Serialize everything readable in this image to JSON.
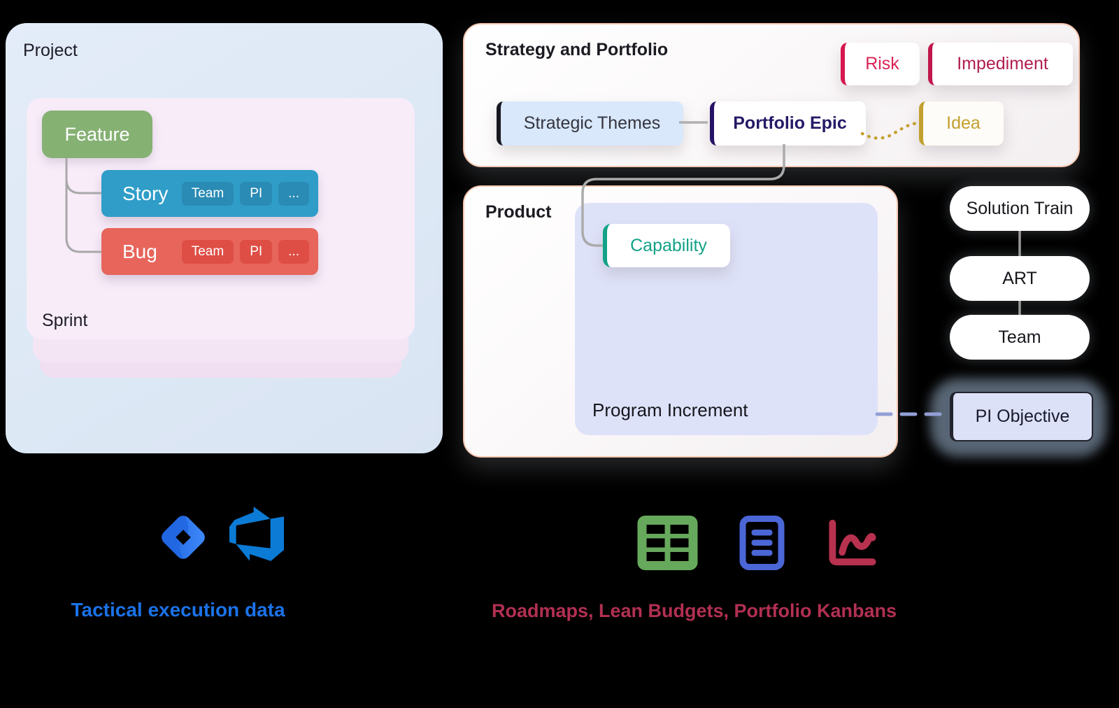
{
  "project_group": {
    "title": "Project",
    "sprint_label": "Sprint",
    "feature_label": "Feature",
    "story": {
      "label": "Story",
      "chips": [
        "Team",
        "PI",
        "..."
      ]
    },
    "bug": {
      "label": "Bug",
      "chips": [
        "Team",
        "PI",
        "..."
      ]
    }
  },
  "strategy_panel": {
    "title": "Strategy and Portfolio",
    "risk_label": "Risk",
    "impediment_label": "Impediment",
    "strategic_themes_label": "Strategic Themes",
    "portfolio_epic_label": "Portfolio Epic",
    "idea_label": "Idea"
  },
  "product_panel": {
    "title": "Product",
    "capability_label": "Capability",
    "program_increment_label": "Program Increment"
  },
  "hierarchy": {
    "solution_train_label": "Solution Train",
    "art_label": "ART",
    "team_label": "Team",
    "pi_objective_label": "PI Objective"
  },
  "footer": {
    "left_caption": "Tactical execution data",
    "right_caption": "Roadmaps, Lean Budgets, Portfolio Kanbans"
  },
  "icons": {
    "jira": "jira-icon",
    "azure_devops": "azure-devops-icon",
    "table": "table-icon",
    "document": "document-icon",
    "chart": "line-chart-icon"
  },
  "colors": {
    "feature_green": "#85b173",
    "story_blue": "#2f9dc8",
    "bug_red": "#e7655b",
    "risk_red": "#d92456",
    "impediment_red": "#b01e4d",
    "idea_gold": "#c3a02e",
    "capability_teal": "#12a287",
    "portfolio_epic_purple": "#241a66",
    "panel_border_peach": "#f7c9b2",
    "left_caption_blue": "#1b72e8",
    "right_caption_red": "#b23052"
  }
}
